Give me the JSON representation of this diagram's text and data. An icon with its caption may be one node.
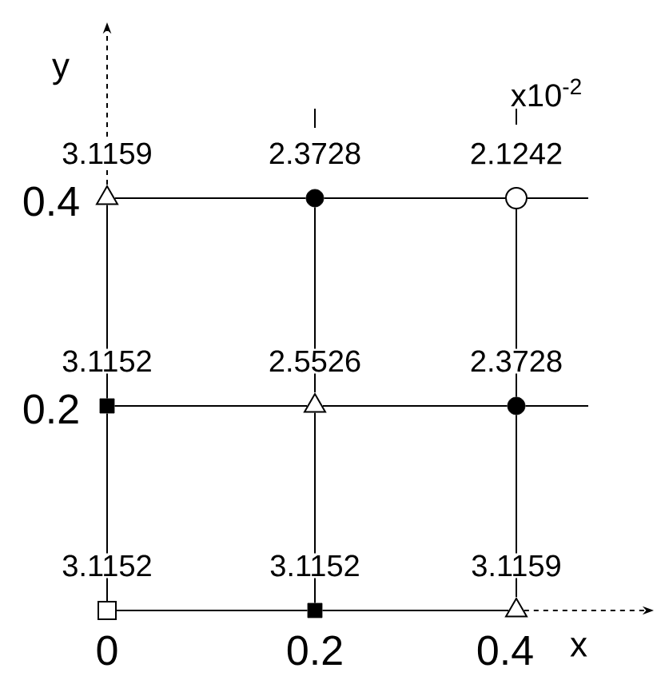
{
  "diagram": {
    "nodes": [
      {
        "text": [],
        "shape": "triangle",
        "beside": [
          "3.1159"
        ]
      },
      {
        "text": [],
        "shape": "dot",
        "beside": [
          "2.3728"
        ]
      },
      {
        "text": [],
        "shape": "circle",
        "beside": [
          "2.1242"
        ]
      },
      {
        "text": [],
        "shape": "block",
        "beside": [
          "3.1152"
        ]
      },
      {
        "text": [],
        "shape": "triangle",
        "beside": [
          "2.5526"
        ]
      },
      {
        "text": [],
        "shape": "dot",
        "beside": [
          "2.3728"
        ]
      },
      {
        "text": [],
        "shape": "square",
        "beside": [
          "3.1152"
        ]
      },
      {
        "text": [],
        "shape": "block",
        "beside": [
          "3.1152"
        ]
      },
      {
        "text": [],
        "shape": "triangle",
        "beside": [
          "3.1159"
        ]
      }
    ],
    "edges": [
      {
        "from": 0,
        "to": 1,
        "arrow": "none"
      },
      {
        "from": 1,
        "to": 2,
        "arrow": "none"
      },
      {
        "from": 3,
        "to": 4,
        "arrow": "none"
      },
      {
        "from": 4,
        "to": 5,
        "arrow": "none"
      },
      {
        "from": 6,
        "to": 7,
        "arrow": "none"
      },
      {
        "from": 7,
        "to": 8,
        "arrow": "none"
      },
      {
        "from": 3,
        "to": 0,
        "arrow": "none"
      },
      {
        "from": 6,
        "to": 3,
        "arrow": "none"
      },
      {
        "from": 4,
        "to": 1,
        "arrow": "none"
      },
      {
        "from": 7,
        "to": 4,
        "arrow": "none"
      },
      {
        "from": 5,
        "to": 2,
        "arrow": "none"
      },
      {
        "from": 8,
        "to": 5,
        "arrow": "none"
      }
    ],
    "labels": [
      "y",
      "x10$^{-2}$",
      "0.4",
      "0.2",
      "0",
      "0.2",
      "0.4",
      "x"
    ]
  }
}
